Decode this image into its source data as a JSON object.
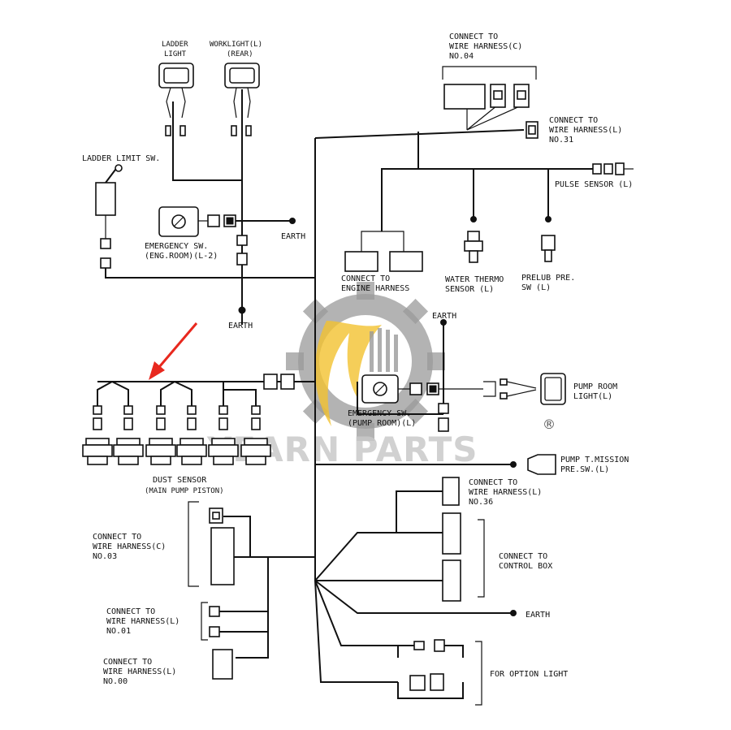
{
  "labels": {
    "ladder_light_1": "LADDER",
    "ladder_light_2": "LIGHT",
    "worklight_1": "WORKLIGHT(L)",
    "worklight_2": "(REAR)",
    "conn_c04_1": "CONNECT TO",
    "conn_c04_2": "WIRE HARNESS(C)",
    "conn_c04_3": "NO.04",
    "conn_l31_1": "CONNECT TO",
    "conn_l31_2": "WIRE HARNESS(L)",
    "conn_l31_3": "NO.31",
    "ladder_limit": "LADDER LIMIT SW.",
    "pulse_sensor": "PULSE SENSOR (L)",
    "emerg_eng_1": "EMERGENCY SW.",
    "emerg_eng_2": "(ENG.ROOM)(L-2)",
    "earth_top": "EARTH",
    "earth_left": "EARTH",
    "conn_engine_1": "CONNECT TO",
    "conn_engine_2": "ENGINE HARNESS",
    "water_thermo_1": "WATER THERMO",
    "water_thermo_2": "SENSOR (L)",
    "prelub_1": "PRELUB PRE.",
    "prelub_2": "SW (L)",
    "earth_mid": "EARTH",
    "pump_room_light_1": "PUMP ROOM",
    "pump_room_light_2": "LIGHT(L)",
    "emerg_pump_1": "EMERGENCY SW.",
    "emerg_pump_2": "(PUMP ROOM)(L)",
    "dust_sensor_1": "DUST SENSOR",
    "dust_sensor_2": "(MAIN PUMP PISTON)",
    "pump_tmission_1": "PUMP T.MISSION",
    "pump_tmission_2": "PRE.SW.(L)",
    "conn_l36_1": "CONNECT TO",
    "conn_l36_2": "WIRE HARNESS(L)",
    "conn_l36_3": "NO.36",
    "conn_c03_1": "CONNECT TO",
    "conn_c03_2": "WIRE HARNESS(C)",
    "conn_c03_3": "NO.03",
    "control_box_1": "CONNECT TO",
    "control_box_2": "CONTROL BOX",
    "earth_bottom": "EARTH",
    "conn_l01_1": "CONNECT TO",
    "conn_l01_2": "WIRE HARNESS(L)",
    "conn_l01_3": "NO.01",
    "option_light": "FOR OPTION LIGHT",
    "conn_l00_1": "CONNECT TO",
    "conn_l00_2": "WIRE HARNESS(L)",
    "conn_l00_3": "NO.00"
  },
  "watermark": {
    "brand": "YEARN PARTS",
    "registered": "®",
    "gear_color": "#9a9a9a",
    "accent_color": "#f2c230"
  },
  "highlight": {
    "arrow_color": "#e8281e",
    "target": "dust-sensor-harness"
  }
}
